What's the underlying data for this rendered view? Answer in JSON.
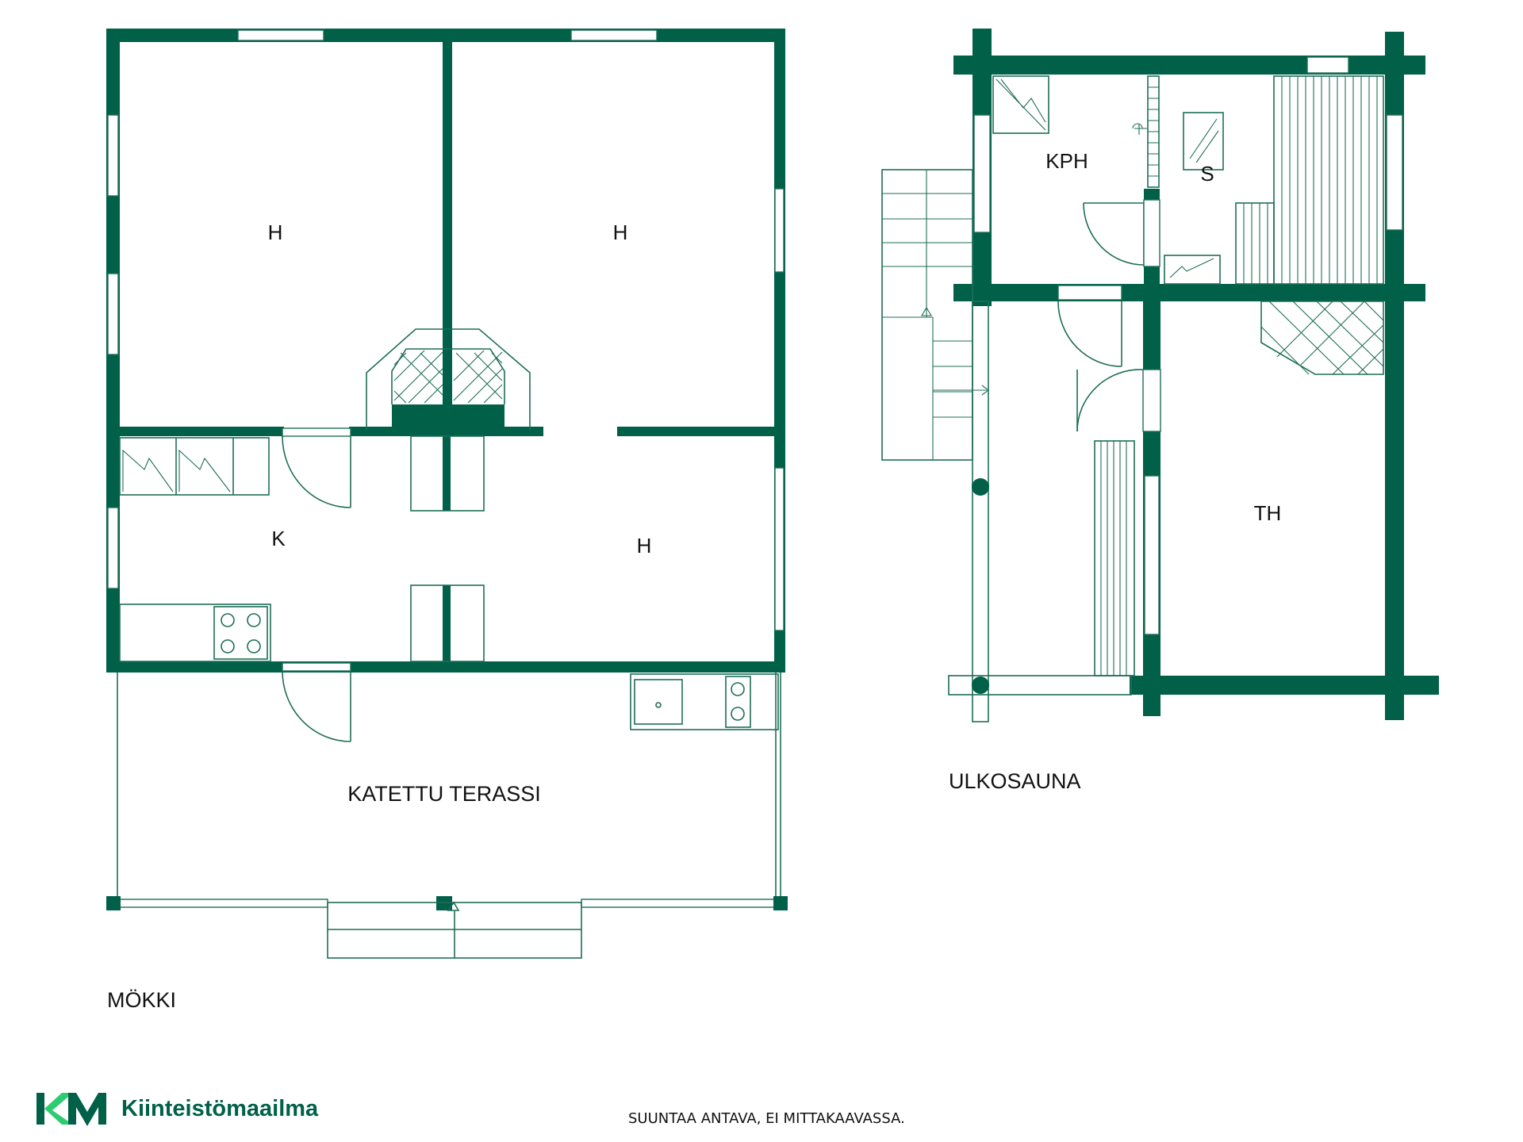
{
  "colors": {
    "wall": "#006048",
    "line": "#1e6e57",
    "brand_dark": "#006048",
    "brand_light": "#2ecc71"
  },
  "buildings": {
    "mokki": {
      "title": "MÖKKI",
      "rooms": {
        "bedroom_nw": "H",
        "bedroom_ne": "H",
        "kitchen": "K",
        "bedroom_s": "H",
        "terrace": "KATETTU TERASSI"
      }
    },
    "ulkosauna": {
      "title": "ULKOSAUNA",
      "rooms": {
        "washroom": "KPH",
        "sauna": "S",
        "lounge": "TH"
      }
    }
  },
  "footer": {
    "logo_mark": "KM",
    "brand_name": "Kiinteistömaailma",
    "disclaimer": "SUUNTAA ANTAVA, EI MITTAKAAVASSA."
  }
}
